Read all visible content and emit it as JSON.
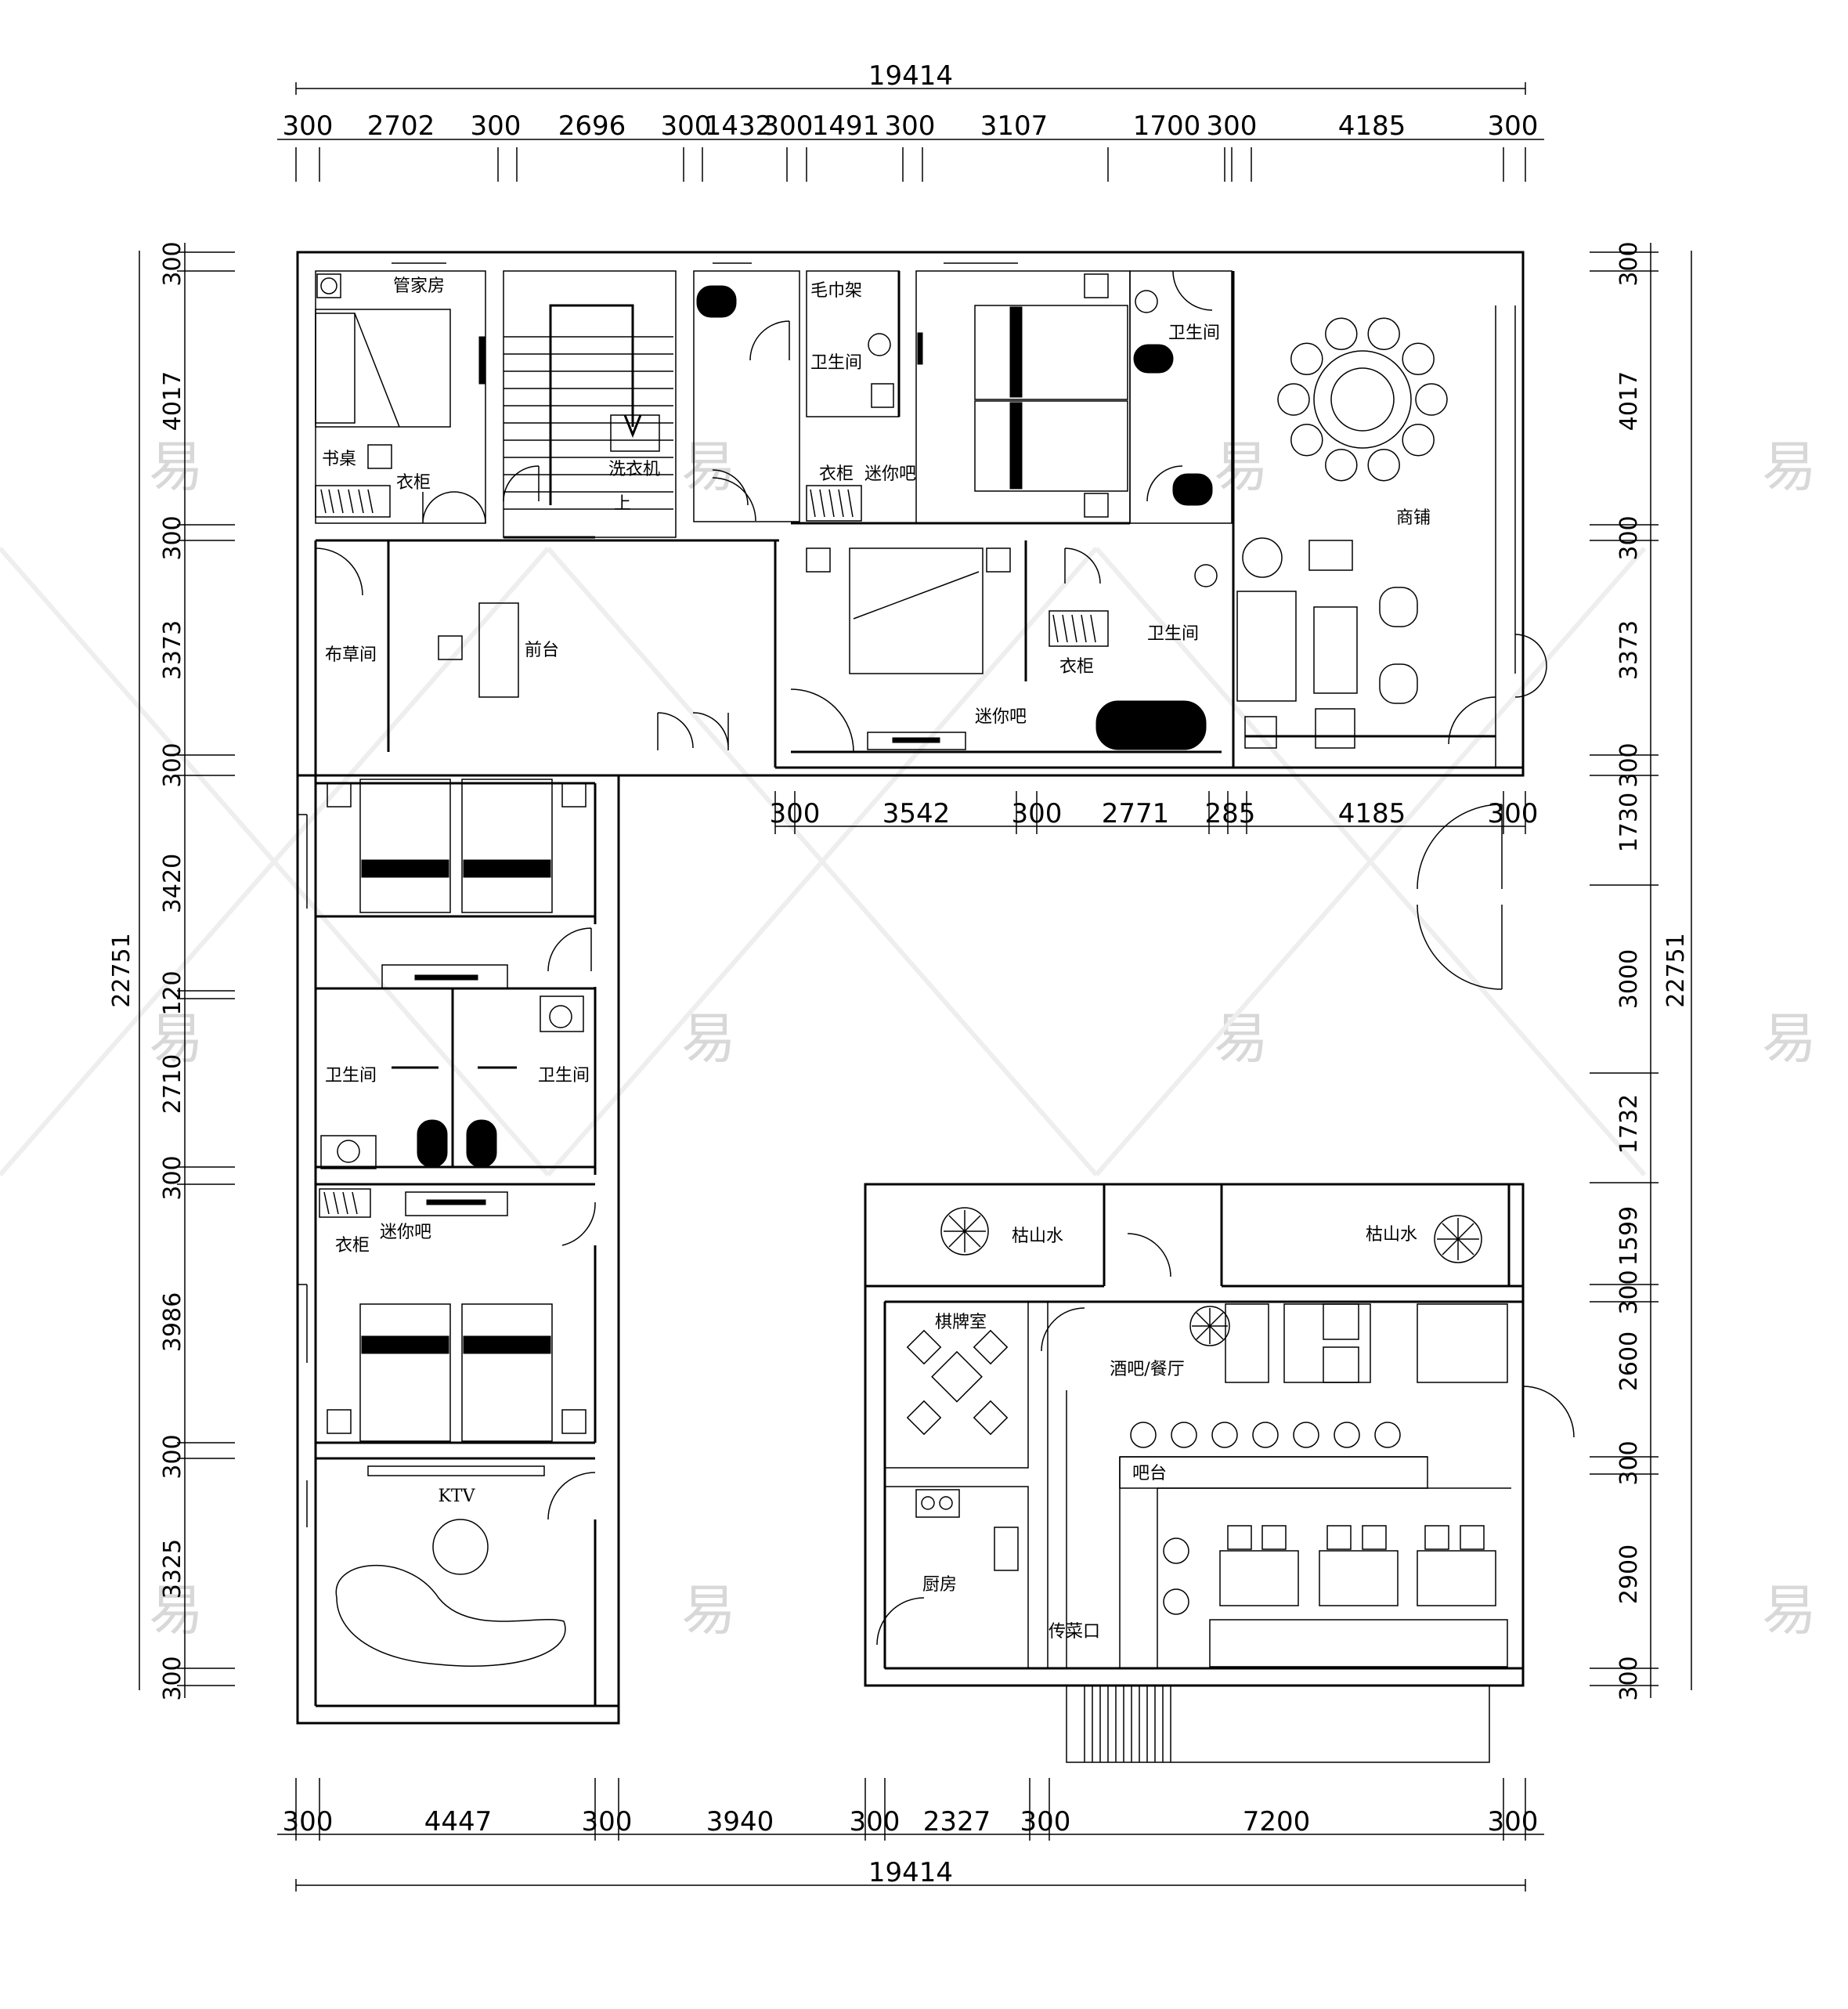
{
  "dimensions": {
    "top_total": "19414",
    "top": [
      "300",
      "2702",
      "300",
      "2696",
      "300",
      "1432",
      "300",
      "1491",
      "300",
      "3107",
      "1700",
      "300",
      "4185",
      "300"
    ],
    "inner": [
      "300",
      "3542",
      "300",
      "2771",
      "285",
      "4185",
      "300"
    ],
    "bottom": [
      "300",
      "4447",
      "300",
      "3940",
      "300",
      "2327",
      "300",
      "7200",
      "300"
    ],
    "bottom_total": "19414",
    "left_total": "22751",
    "left": [
      "300",
      "4017",
      "300",
      "3373",
      "300",
      "3420",
      "120",
      "2710",
      "300",
      "3986",
      "300",
      "3325",
      "300"
    ],
    "right_total": "22751",
    "right": [
      "300",
      "4017",
      "300",
      "3373",
      "300",
      "1730",
      "3000",
      "1732",
      "1599",
      "300",
      "2600",
      "300",
      "2900",
      "300"
    ]
  },
  "rooms": {
    "butler": "管家房",
    "desk": "书桌",
    "wardrobe_1": "衣柜",
    "washer": "洗衣机",
    "up": "上",
    "towel_rack": "毛巾架",
    "bath_1": "卫生间",
    "bath_2": "卫生间",
    "wardrobe_2": "衣柜",
    "minibar_1": "迷你吧",
    "shop": "商铺",
    "linen": "布草间",
    "reception": "前台",
    "wardrobe_3": "衣柜",
    "bath_3": "卫生间",
    "minibar_2": "迷你吧",
    "bath_4": "卫生间",
    "bath_5": "卫生间",
    "wardrobe_4": "衣柜",
    "minibar_3": "迷你吧",
    "ktv": "KTV",
    "rock_garden_1": "枯山水",
    "rock_garden_2": "枯山水",
    "chess_room": "棋牌室",
    "bar_dining": "酒吧/餐厅",
    "bar_counter": "吧台",
    "kitchen": "厨房",
    "serving": "传菜口"
  },
  "watermark": "易"
}
